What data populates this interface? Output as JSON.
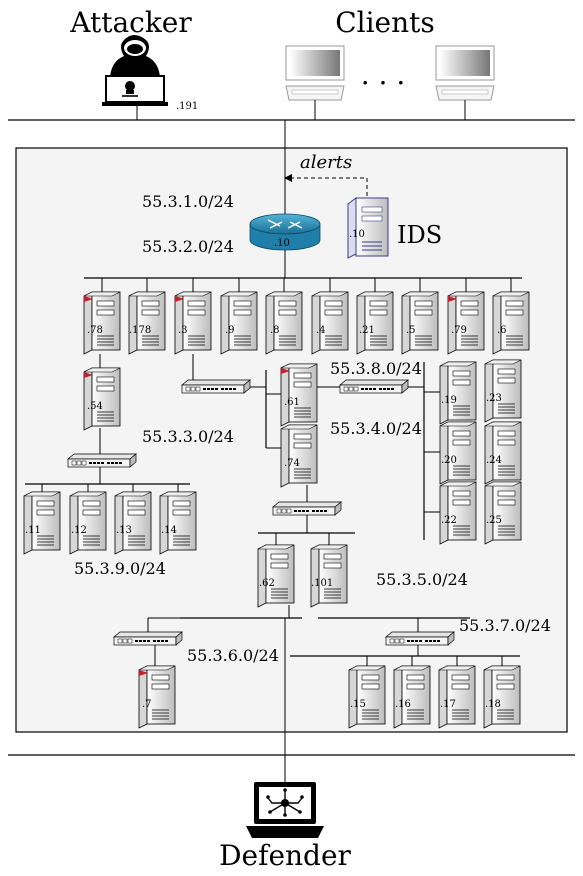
{
  "top": {
    "attacker": "Attacker",
    "clients": "Clients",
    "ellipsis": ". . .",
    "attacker_ip": ".191"
  },
  "ids": {
    "label": "IDS",
    "ip": ".10",
    "alerts": "alerts"
  },
  "router": {
    "ip": ".10"
  },
  "subnets": {
    "s1": "55.3.1.0/24",
    "s2": "55.3.2.0/24",
    "s3": "55.3.3.0/24",
    "s4": "55.3.4.0/24",
    "s5": "55.3.5.0/24",
    "s6": "55.3.6.0/24",
    "s7": "55.3.7.0/24",
    "s8": "55.3.8.0/24",
    "s9": "55.3.9.0/24"
  },
  "hosts": {
    "row1": [
      ".78",
      ".178",
      ".3",
      ".9",
      ".8",
      ".4",
      ".21",
      ".5",
      ".79",
      ".6"
    ],
    "h54": ".54",
    "h61": ".61",
    "h74": ".74",
    "row9": [
      ".11",
      ".12",
      ".13",
      ".14"
    ],
    "grid8": [
      ".19",
      ".23",
      ".20",
      ".24",
      ".22",
      ".25"
    ],
    "h62": ".62",
    "h101": ".101",
    "h7": ".7",
    "row7": [
      ".15",
      ".16",
      ".17",
      ".18"
    ]
  },
  "defender": "Defender",
  "colors": {
    "compromised_flag": "#c81e2d",
    "router": "#1f7fa8",
    "ids_outline": "#3b3b8a",
    "panel_bg": "#f4f4f4"
  }
}
